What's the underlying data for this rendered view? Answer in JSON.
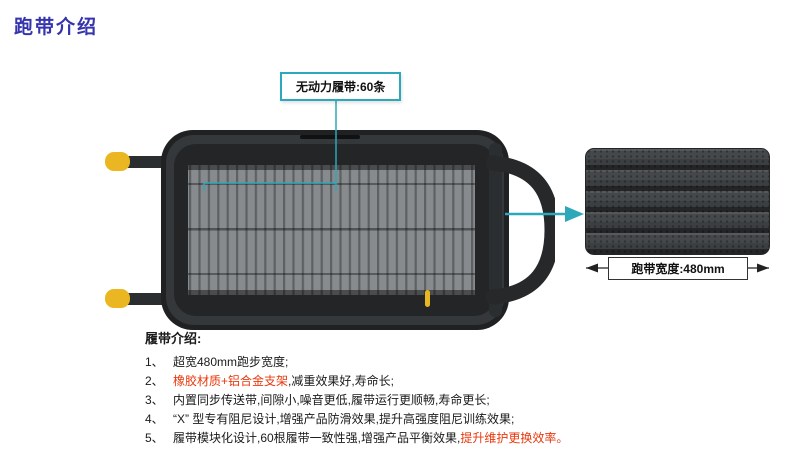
{
  "colors": {
    "title": "#3534ad",
    "accent": "#2da7ba",
    "highlight": "#e8380d",
    "treadmill_dark": "#26282a",
    "belt_gray": "#878b8e",
    "handle_yellow": "#eab722"
  },
  "header": {
    "title": "跑带介绍"
  },
  "diagram": {
    "callout_label": "无动力履带:60条"
  },
  "detail_panel": {
    "dimension_label": "跑带宽度:480mm"
  },
  "intro": {
    "heading": "履带介绍:",
    "items": [
      {
        "num": "1、",
        "segments": [
          {
            "text": "超宽480mm跑步宽度;",
            "highlight": false
          }
        ]
      },
      {
        "num": "2、",
        "segments": [
          {
            "text": "橡胶材质+铝合金支架",
            "highlight": true
          },
          {
            "text": ",减重效果好,寿命长;",
            "highlight": false
          }
        ]
      },
      {
        "num": "3、",
        "segments": [
          {
            "text": "内置同步传送带,间隙小,噪音更低,履带运行更顺畅,寿命更长;",
            "highlight": false
          }
        ]
      },
      {
        "num": "4、",
        "segments": [
          {
            "text": "“X” 型专有阻尼设计,增强产品防滑效果,提升高强度阻尼训练效果;",
            "highlight": false
          }
        ]
      },
      {
        "num": "5、",
        "segments": [
          {
            "text": "履带模块化设计,60根履带一致性强,增强产品平衡效果,",
            "highlight": false
          },
          {
            "text": "提升维护更换效率。",
            "highlight": true
          }
        ]
      }
    ]
  }
}
